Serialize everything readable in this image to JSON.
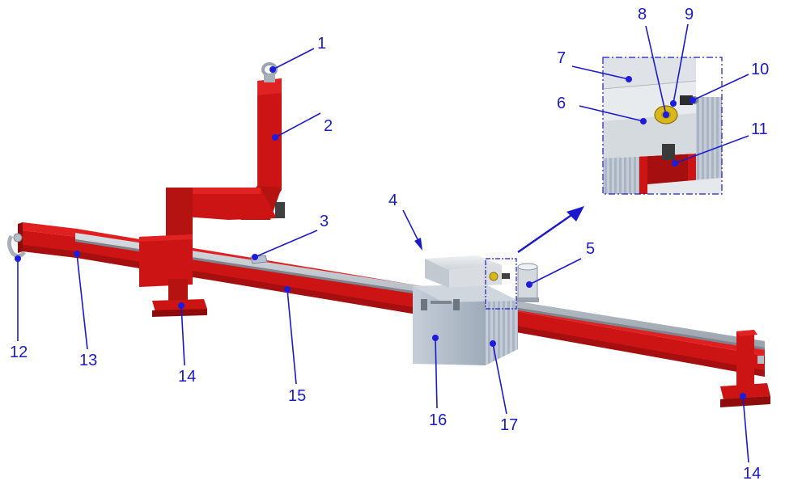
{
  "figure": {
    "colors": {
      "frame_red": "#cc1414",
      "frame_red_dark": "#8e0c0c",
      "rail_gray": "#b9c0c8",
      "box_gray": "#b4bfcb",
      "box_light": "#dde1e6",
      "brass": "#d9b81a",
      "leader_blue": "#1a1acc",
      "marker_blue": "#1c1ce0"
    },
    "parts": [
      {
        "id": "p1",
        "label": "1"
      },
      {
        "id": "p2",
        "label": "2"
      },
      {
        "id": "p3",
        "label": "3"
      },
      {
        "id": "p4",
        "label": "4"
      },
      {
        "id": "p5",
        "label": "5"
      },
      {
        "id": "p6",
        "label": "6"
      },
      {
        "id": "p7",
        "label": "7"
      },
      {
        "id": "p8",
        "label": "8"
      },
      {
        "id": "p9",
        "label": "9"
      },
      {
        "id": "p10",
        "label": "10"
      },
      {
        "id": "p11",
        "label": "11"
      },
      {
        "id": "p12",
        "label": "12"
      },
      {
        "id": "p13",
        "label": "13"
      },
      {
        "id": "p14a",
        "label": "14"
      },
      {
        "id": "p14b",
        "label": "14"
      },
      {
        "id": "p15",
        "label": "15"
      },
      {
        "id": "p16",
        "label": "16"
      },
      {
        "id": "p17",
        "label": "17"
      }
    ]
  }
}
